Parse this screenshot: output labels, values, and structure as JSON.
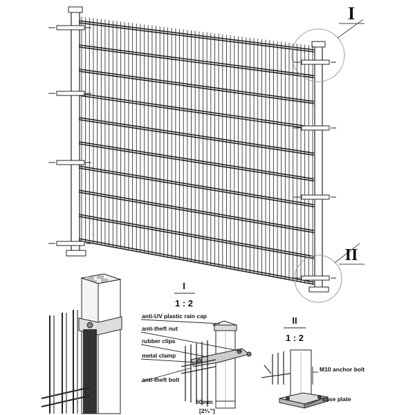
{
  "callouts": {
    "one": "I",
    "two": "II"
  },
  "detail_one": {
    "title": "I",
    "scale": "1 : 2",
    "labels": {
      "rain_cap": "anti-UV plastic rain cap",
      "nut": "anti-theft nut",
      "clips": "rubber clips",
      "clamp": "metal clamp",
      "bolt": "anti-theft bolt"
    },
    "dimension": "60mm",
    "dimension_inch": "[2³⁄₈\"]"
  },
  "detail_two": {
    "title": "II",
    "scale": "1 : 2",
    "labels": {
      "anchor_bolt": "M10 anchor bolt",
      "base_plate": "base plate"
    }
  },
  "icons": [
    "rain-cap-icon",
    "clamp-icon",
    "base-plate-icon"
  ]
}
